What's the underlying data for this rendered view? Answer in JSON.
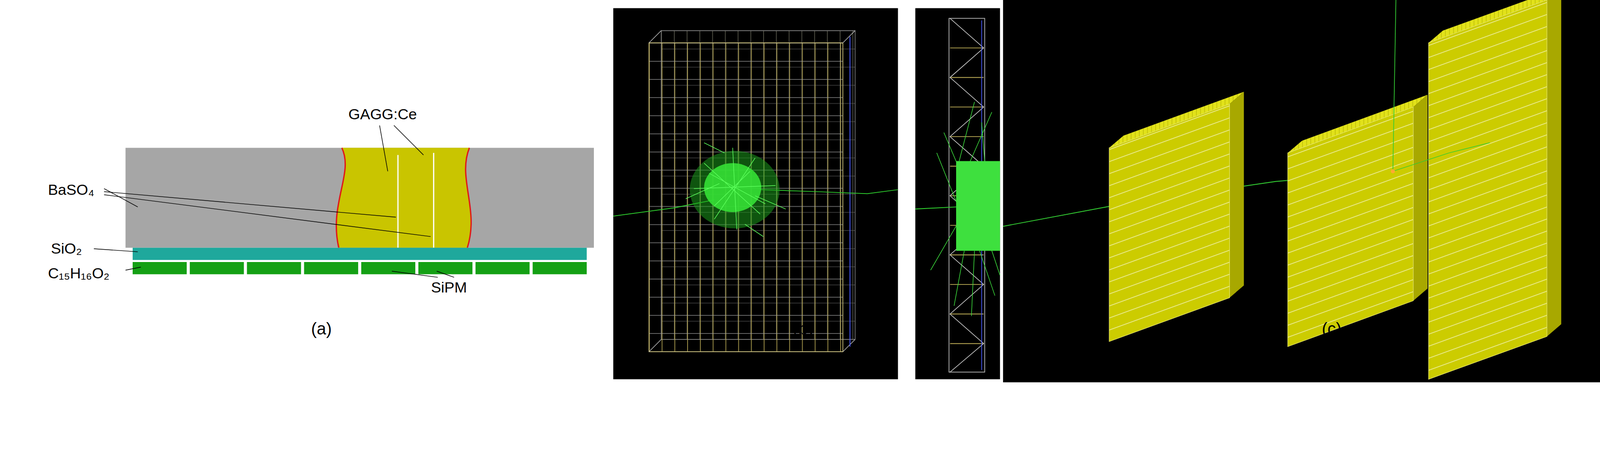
{
  "diagram": {
    "labels": [
      "GAGG:Ce",
      "BaSO₄",
      "SiO₂",
      "C₁₅H₁₆O₂",
      "SiPM",
      "(a)",
      "(b)",
      "(c)"
    ]
  }
}
